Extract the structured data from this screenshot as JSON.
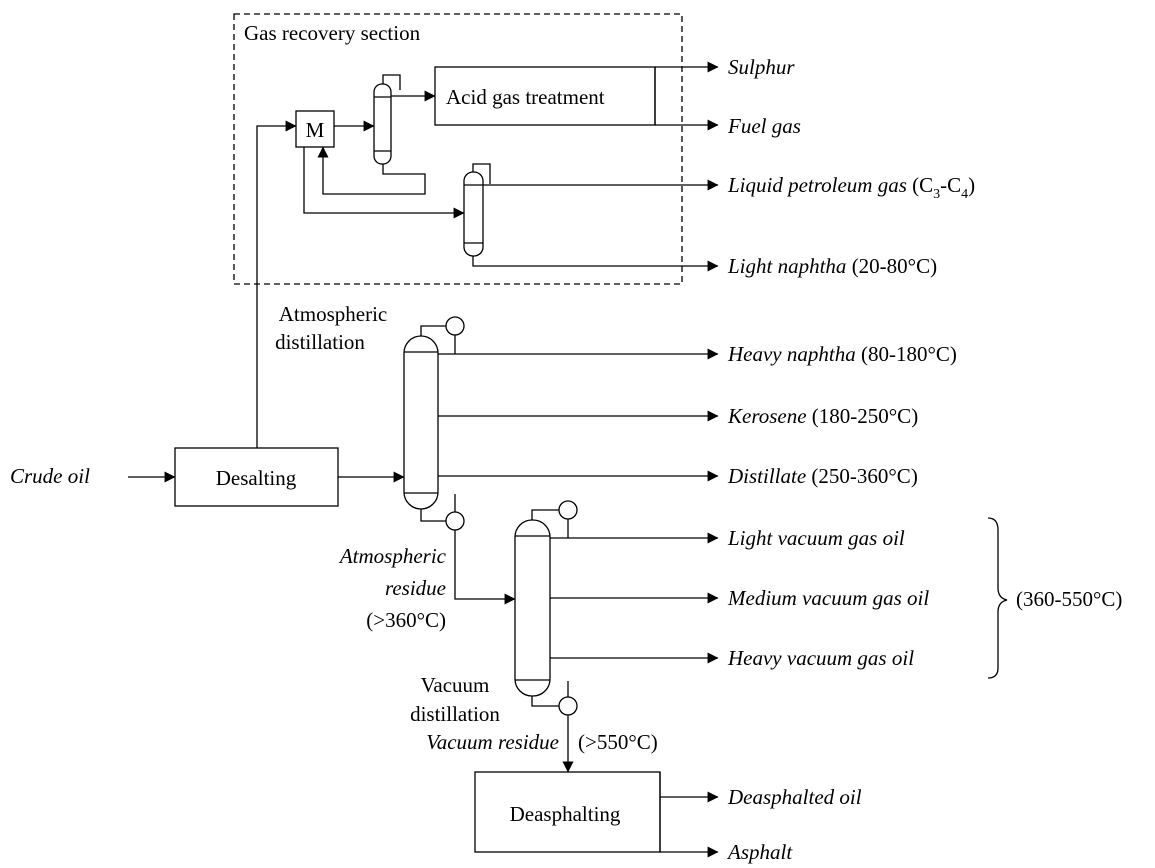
{
  "section": {
    "label": "Gas recovery section"
  },
  "units": {
    "acid_gas": "Acid gas treatment",
    "desalting": "Desalting",
    "deasphalting": "Deasphalting",
    "exchanger_symbol": "M",
    "atmospheric_line1": "Atmospheric",
    "atmospheric_line2": "distillation",
    "vacuum_line1": "Vacuum",
    "vacuum_line2": "distillation"
  },
  "feed": {
    "crude_oil": "Crude oil"
  },
  "products": {
    "sulphur": "Sulphur",
    "fuel_gas": "Fuel gas",
    "lpg": {
      "name": "Liquid petroleum gas",
      "range_open": "(C",
      "sub1": "3",
      "dash": "-C",
      "sub2": "4",
      "range_close": ")"
    },
    "light_naphtha": {
      "name": "Light naphtha",
      "range": "(20-80°C)"
    },
    "heavy_naphtha": {
      "name": "Heavy naphtha",
      "range": "(80-180°C)"
    },
    "kerosene": {
      "name": "Kerosene",
      "range": "(180-250°C)"
    },
    "distillate": {
      "name": "Distillate",
      "range": "(250-360°C)"
    },
    "light_vgo": "Light vacuum gas oil",
    "medium_vgo": "Medium vacuum gas oil",
    "heavy_vgo": "Heavy vacuum gas oil",
    "vgo_range": "(360-550°C)",
    "deasphalted_oil": "Deasphalted oil",
    "asphalt": "Asphalt"
  },
  "streams": {
    "atm_residue_line1": "Atmospheric",
    "atm_residue_line2": "residue",
    "atm_residue_range": "(>360°C)",
    "vacuum_residue": "Vacuum residue",
    "vacuum_residue_range": "(>550°C)"
  }
}
